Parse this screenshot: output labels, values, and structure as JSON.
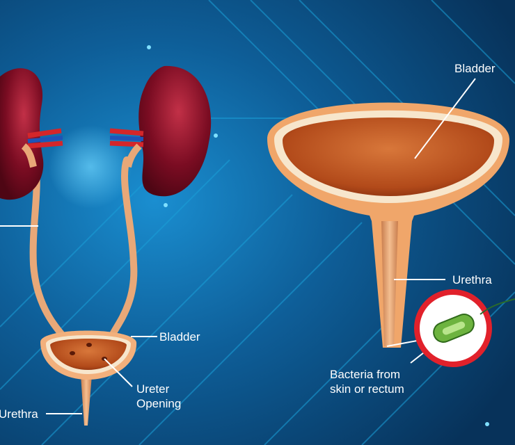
{
  "labels": {
    "bladder_large": "Bladder",
    "urethra_large": "Urethra",
    "bacteria": [
      "Bacteria from",
      "skin or rectum"
    ],
    "bladder_small": "Bladder",
    "ureter_opening": [
      "Ureter",
      "Opening"
    ],
    "urethra_small": "Urethra"
  },
  "colors": {
    "background": "#0a3f6d",
    "circuit_lines": "#1aa0d8",
    "kidney": "#7a0c22",
    "kidney_highlight": "#c23047",
    "tube": "#e8a878",
    "bladder_rim": "#f2b07c",
    "bladder_inner": "#c35a22",
    "artery": "#d4262a",
    "vein": "#1e54b8",
    "bacteria_ring": "#e1212b",
    "bacteria_cell": "#6db33f"
  },
  "icons": [
    "kidney-left",
    "kidney-right",
    "bladder-small",
    "bladder-large",
    "bacteria-badge"
  ]
}
